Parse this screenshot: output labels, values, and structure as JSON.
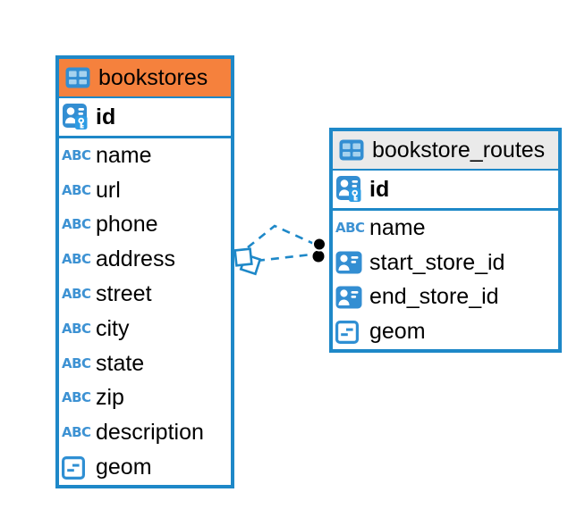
{
  "diagram": {
    "type": "entity-relationship",
    "background": "#ffffff",
    "relationships": [
      {
        "from_table": "bookstores",
        "from_column": "id",
        "to_table": "bookstore_routes",
        "to_column": "start_store_id",
        "line_style": "dashed",
        "from_symbol": "open-diamond",
        "to_symbol": "filled-dot"
      },
      {
        "from_table": "bookstores",
        "from_column": "id",
        "to_table": "bookstore_routes",
        "to_column": "end_store_id",
        "line_style": "dashed",
        "from_symbol": "open-diamond",
        "to_symbol": "filled-dot"
      }
    ]
  },
  "colors": {
    "accent_blue": "#1E88C8",
    "icon_blue": "#338ED2",
    "icon_cell_light": "#A6D2EE",
    "header_orange": "#F5813D",
    "header_gray": "#EAEAEA",
    "text": "#000000",
    "relationship_dot": "#000000"
  },
  "icons": {
    "abc_label": "ABC",
    "table_icon": "table-grid",
    "pk_icon": "user-card-with-key",
    "fk_icon": "user-card",
    "geom_icon": "rounded-square-dashes"
  },
  "tables": [
    {
      "title": "bookstores",
      "header_color": "#F5813D",
      "primary_key": {
        "name": "id",
        "icon": "user-card-with-key"
      },
      "columns": [
        {
          "name": "name",
          "icon": "text"
        },
        {
          "name": "url",
          "icon": "text"
        },
        {
          "name": "phone",
          "icon": "text"
        },
        {
          "name": "address",
          "icon": "text"
        },
        {
          "name": "street",
          "icon": "text"
        },
        {
          "name": "city",
          "icon": "text"
        },
        {
          "name": "state",
          "icon": "text"
        },
        {
          "name": "zip",
          "icon": "text"
        },
        {
          "name": "description",
          "icon": "text"
        },
        {
          "name": "geom",
          "icon": "geometry"
        }
      ]
    },
    {
      "title": "bookstore_routes",
      "header_color": "#EAEAEA",
      "primary_key": {
        "name": "id",
        "icon": "user-card-with-key"
      },
      "columns": [
        {
          "name": "name",
          "icon": "text"
        },
        {
          "name": "start_store_id",
          "icon": "user-reference"
        },
        {
          "name": "end_store_id",
          "icon": "user-reference"
        },
        {
          "name": "geom",
          "icon": "geometry"
        }
      ]
    }
  ]
}
